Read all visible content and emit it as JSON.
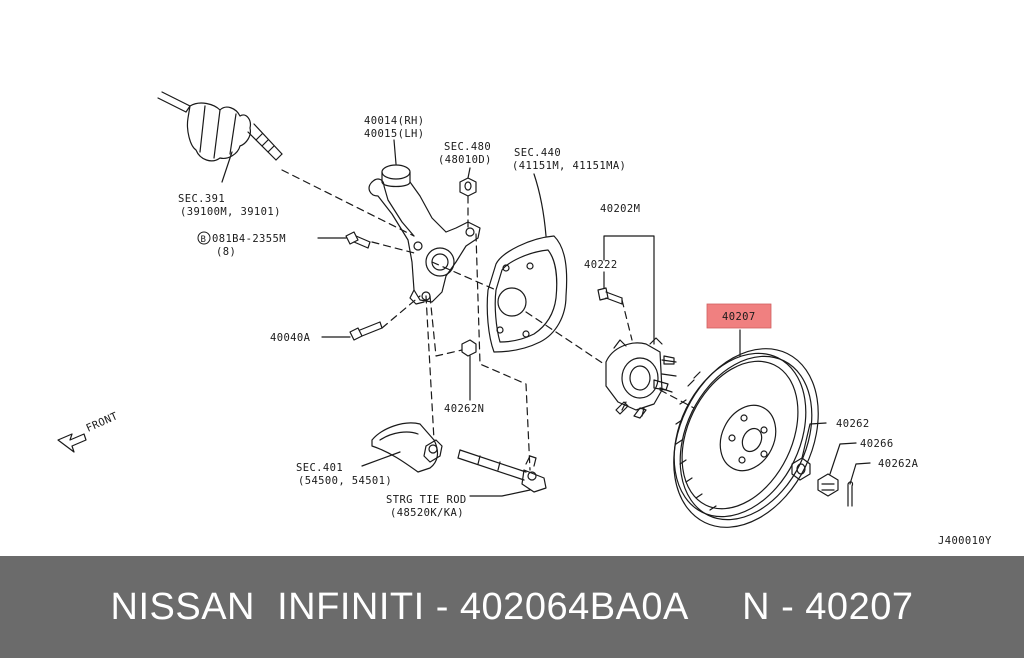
{
  "diagram": {
    "ref_code": "J400010Y",
    "highlight_color": "#f08080",
    "labels": {
      "sec391_a": "SEC.391",
      "sec391_b": "(39100M, 39101)",
      "knuckle_rh": "40014(RH)",
      "knuckle_lh": "40015(LH)",
      "sec480_a": "SEC.480",
      "sec480_b": "(48010D)",
      "sec440_a": "SEC.440",
      "sec440_b": "(41151M, 41151MA)",
      "bolt_b": "B",
      "bolt_part": "081B4-2355M",
      "bolt_qty": "(8)",
      "hub_assy": "40202M",
      "hub_bolt": "40222",
      "rotor": "40207",
      "bolt_40040a": "40040A",
      "nut_40262n": "40262N",
      "nut_40262": "40262",
      "washer_40266": "40266",
      "pin_40262a": "40262A",
      "sec401_a": "SEC.401",
      "sec401_b": "(54500, 54501)",
      "tierod_a": "STRG TIE ROD",
      "tierod_b": "(48520K/KA)",
      "front": "FRONT"
    }
  },
  "footer": {
    "text": "NISSAN  INFINITI - 402064BA0A     N - 40207",
    "bg_color": "#6b6b6b"
  }
}
